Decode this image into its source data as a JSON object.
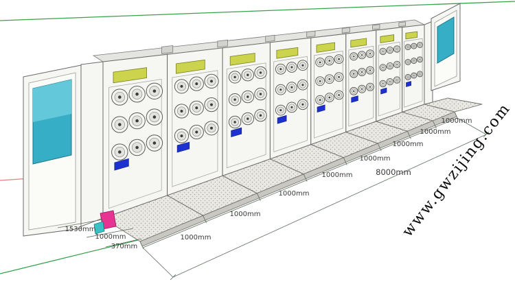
{
  "watermark": "www.gwzijing.com",
  "dimensions": {
    "segments": [
      "1000mm",
      "1000mm",
      "1000mm",
      "1000mm",
      "1000mm",
      "1000mm",
      "1000mm",
      "1000mm"
    ],
    "total": "8000mm",
    "left": [
      "1530mm",
      "1000mm",
      "370mm"
    ]
  },
  "colors": {
    "window_teal": "#35aec6",
    "sign_yellow": "#ccd44e",
    "control_panel_blue": "#1c31cf",
    "ramp_pink": "#e73492",
    "step_teal": "#39c2c6",
    "axis_green": "#35a24a",
    "axis_red": "#e2837b"
  }
}
